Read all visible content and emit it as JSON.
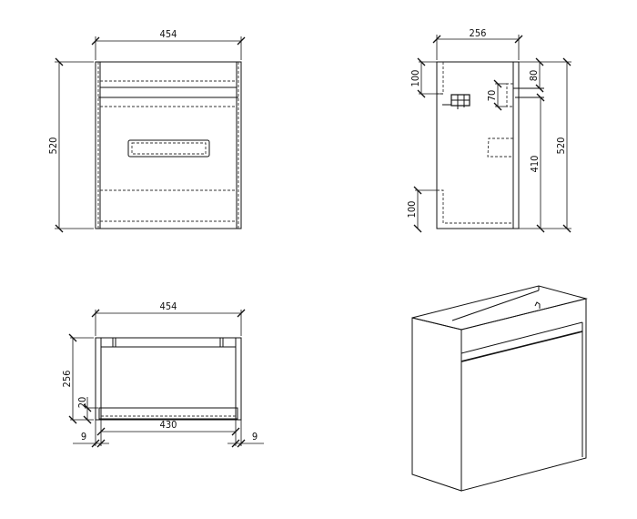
{
  "front_view": {
    "width": "454",
    "height": "520"
  },
  "side_view": {
    "depth": "256",
    "top_gap": "100",
    "bottom_gap": "100",
    "bracket": "70",
    "top_offset": "80",
    "door_height": "410",
    "height": "520"
  },
  "plan_view": {
    "width": "454",
    "depth": "256",
    "base_height": "20",
    "inner_width": "430",
    "left_side": "9",
    "right_side": "9"
  }
}
